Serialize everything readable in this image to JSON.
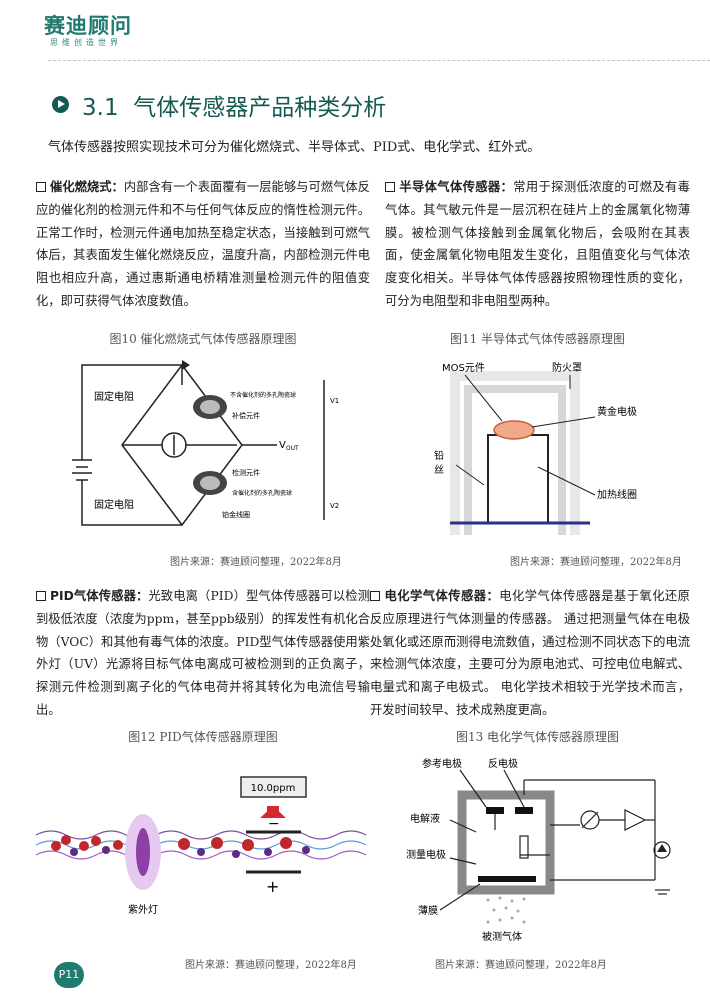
{
  "header": {
    "logo_main": "赛迪顾问",
    "logo_sub": "思维创造世界"
  },
  "section": {
    "number": "3.1",
    "title": "气体传感器产品种类分析",
    "intro": "气体传感器按照实现技术可分为催化燃烧式、半导体式、PID式、电化学式、红外式。"
  },
  "blocks": {
    "catalytic": {
      "heading": "催化燃烧式：",
      "text": "内部含有一个表面覆有一层能够与可燃气体反应的催化剂的检测元件和不与任何气体反应的惰性检测元件。正常工作时，检测元件通电加热至稳定状态，当接触到可燃气体后，其表面发生催化燃烧反应，温度升高，内部检测元件电阻也相应升高，通过惠斯通电桥精准测量检测元件的阻值变化，即可获得气体浓度数值。"
    },
    "semiconductor": {
      "heading": "半导体气体传感器：",
      "text": "常用于探测低浓度的可燃及有毒气体。其气敏元件是一层沉积在硅片上的金属氧化物薄膜。被检测气体接触到金属氧化物后，会吸附在其表面，使金属氧化物电阻发生变化，且阻值变化与气体浓度变化相关。半导体气体传感器按照物理性质的变化，可分为电阻型和非电阻型两种。"
    },
    "pid": {
      "heading": "PID气体传感器：",
      "text": "光致电离（PID）型气体传感器可以检测到极低浓度（浓度为ppm，甚至ppb级别）的挥发性有机化合物（VOC）和其他有毒气体的浓度。PID型气体传感器使用紫外灯（UV）光源将目标气体电离成可被检测到的正负离子，探测元件检测到离子化的气体电荷并将其转化为电流信号输出。"
    },
    "electrochem": {
      "heading": "电化学气体传感器：",
      "text": "电化学气体传感器是基于氧化还原反应原理进行气体测量的传感器。 通过把测量气体在电极处氧化或还原而测得电流数值，通过检测不同状态下的电流来检测气体浓度，主要可分为原电池式、可控电位电解式、电量式和离子电极式。 电化学技术相较于光学技术而言，开发时间较早、技术成熟度更高。"
    }
  },
  "figures": {
    "fig10": {
      "caption": "图10 催化燃烧式气体传感器原理图",
      "labels": {
        "fixed_r1": "固定电阻",
        "fixed_r2": "固定电阻",
        "ceramic_top": "不含催化剂的多孔陶瓷球",
        "comp": "补偿元件",
        "vout": "V",
        "vout_sub": "OUT",
        "detect": "检测元件",
        "ceramic_bottom": "含催化剂的多孔陶瓷球",
        "pt": "铂金线圈",
        "v1": "V1",
        "v2": "V2"
      },
      "source": "图片来源：赛迪顾问整理，2022年8月"
    },
    "fig11": {
      "caption": "图11 半导体式气体传感器原理图",
      "labels": {
        "mos": "MOS元件",
        "hood": "防火罩",
        "au": "黄金电极",
        "wire1": "铅",
        "wire2": "丝",
        "heater": "加热线圈"
      },
      "source": "图片来源：赛迪顾问整理，2022年8月"
    },
    "fig12": {
      "caption": "图12 PID气体传感器原理图",
      "labels": {
        "ppm": "10.0ppm",
        "lamp": "紫外灯",
        "minus": "−",
        "plus": "+"
      },
      "source": "图片来源：赛迪顾问整理，2022年8月"
    },
    "fig13": {
      "caption": "图13 电化学气体传感器原理图",
      "labels": {
        "ref": "参考电极",
        "counter": "反电极",
        "electrolyte": "电解液",
        "measure": "测量电极",
        "membrane": "薄膜",
        "gas": "被测气体"
      },
      "source": "图片来源：赛迪顾问整理，2022年8月"
    }
  },
  "footer": {
    "page": "P11"
  },
  "colors": {
    "brand": "#1f7a6f",
    "title": "#155a52"
  }
}
